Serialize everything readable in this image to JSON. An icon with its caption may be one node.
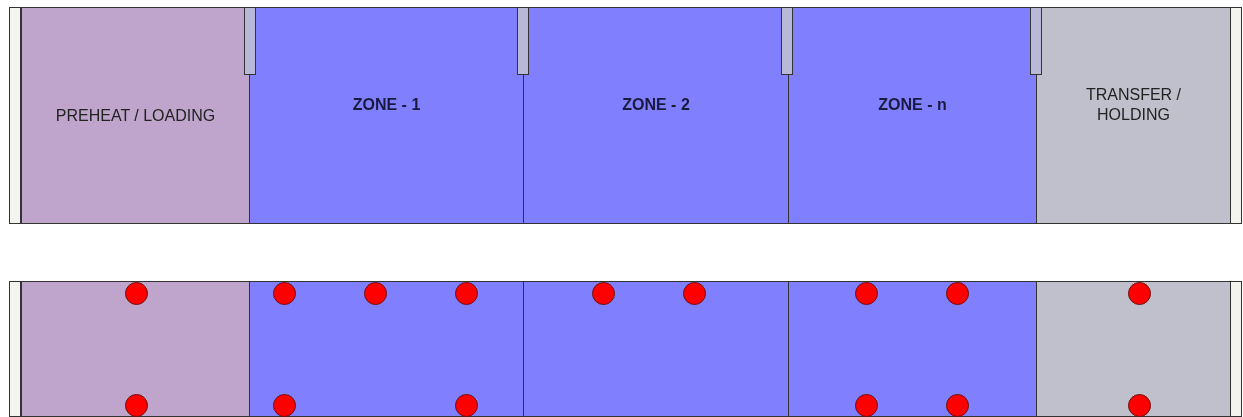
{
  "diagram": {
    "nodes": [
      {
        "text": [
          "PREHEAT / LOADING"
        ]
      },
      {
        "text": [
          "ZONE - 1"
        ]
      },
      {
        "text": [
          "ZONE - 2"
        ]
      },
      {
        "text": [
          "ZONE - n"
        ]
      },
      {
        "text": [
          "TRANSFER / HOLDING"
        ]
      },
      {
        "text": [],
        "shape": "box"
      },
      {
        "text": [],
        "shape": "box"
      },
      {
        "text": [],
        "shape": "box"
      },
      {
        "text": [],
        "shape": "box"
      },
      {
        "text": [],
        "shape": "box"
      }
    ]
  }
}
